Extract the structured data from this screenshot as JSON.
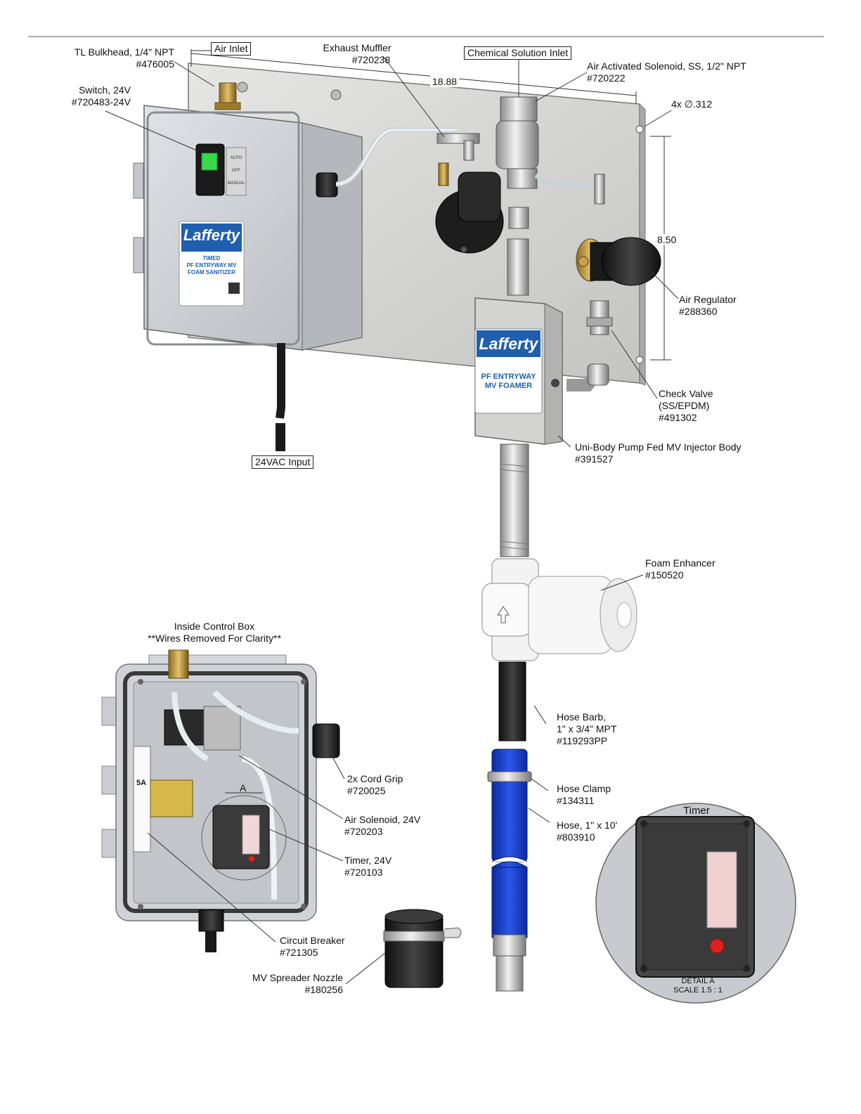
{
  "labels": {
    "tl_bulkhead": {
      "line1": "TL Bulkhead, 1/4\" NPT",
      "line2": "#476005"
    },
    "air_inlet": "Air Inlet",
    "exhaust_muffler": {
      "line1": "Exhaust Muffler",
      "line2": "#720238"
    },
    "chemical_solution_inlet": "Chemical Solution Inlet",
    "air_activated_solenoid": {
      "line1": "Air Activated Solenoid, SS, 1/2\" NPT",
      "line2": "#720222"
    },
    "switch": {
      "line1": "Switch, 24V",
      "line2": "#720483-24V"
    },
    "air_regulator": {
      "line1": "Air Regulator",
      "line2": "#288360"
    },
    "check_valve": {
      "line1": "Check Valve",
      "line2": "(SS/EPDM)",
      "line3": "#491302"
    },
    "injector_body": {
      "line1": "Uni-Body Pump Fed MV Injector Body",
      "line2": "#391527"
    },
    "vac_input": "24VAC Input",
    "foam_enhancer": {
      "line1": "Foam Enhancer",
      "line2": "#150520"
    },
    "inside_control_box": {
      "line1": "Inside Control Box",
      "line2": "**Wires Removed For Clarity**"
    },
    "hose_barb": {
      "line1": "Hose Barb,",
      "line2": "1\" x 3/4\" MPT",
      "line3": "#119293PP"
    },
    "cord_grip": {
      "line1": "2x Cord Grip",
      "line2": "#720025"
    },
    "hose_clamp": {
      "line1": "Hose Clamp",
      "line2": "#134311"
    },
    "air_solenoid_24v": {
      "line1": "Air Solenoid, 24V",
      "line2": "#720203"
    },
    "hose": {
      "line1": "Hose, 1\" x 10'",
      "line2": "#803910"
    },
    "timer_24v": {
      "line1": "Timer, 24V",
      "line2": "#720103"
    },
    "circuit_breaker": {
      "line1": "Circuit Breaker",
      "line2": "#721305"
    },
    "spreader_nozzle": {
      "line1": "MV Spreader Nozzle",
      "line2": "#180256"
    },
    "timer_detail_title": "Timer",
    "detail_a": {
      "line1": "DETAIL A",
      "line2": "SCALE 1.5 : 1"
    }
  },
  "dimensions": {
    "width": "18.88",
    "height": "8.50",
    "holes": "4x ∅.312"
  },
  "panel_text": {
    "switch_auto": "AUTO",
    "switch_off": "OFF",
    "switch_manual": "MANUAL",
    "brand": "Lafferty",
    "control_line1": "TIMED",
    "control_line2": "PF ENTRYWAY MV",
    "control_line3": "FOAM SANITIZER",
    "foamer_line1": "PF ENTRYWAY",
    "foamer_line2": "MV FOAMER",
    "breaker_rating": "5A",
    "detail_letter": "A"
  },
  "colors": {
    "panel": "#d5d5d3",
    "enclosure": "#cfd2d6",
    "brand_blue": "#1f5fae",
    "hose_blue": "#1238c9",
    "switch_green": "#39d84a",
    "led_red": "#e02020"
  }
}
